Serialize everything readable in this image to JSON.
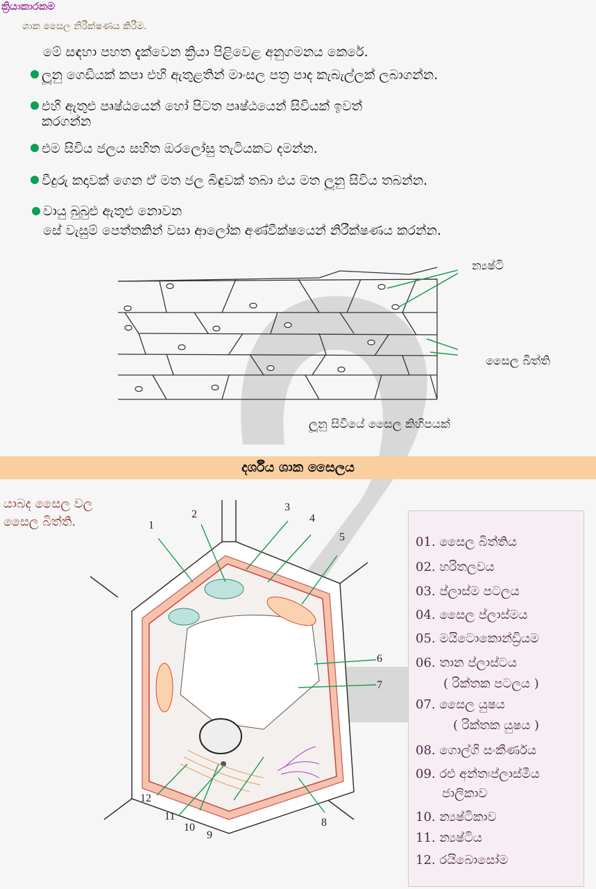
{
  "activity": {
    "title": "ක්‍රියාකාරකම",
    "subtitle": "ශාක සෛල නිරීක්ෂණය කිරීම."
  },
  "intro": "මේ සඳහා පහත දැක්වෙන ක්‍රියා පිළිවෙළ අනුගමනය කෙරේ.",
  "steps": [
    {
      "line1": "ලූනු ගෙඩියක් කපා එහි ඇතුළතින් මාංසල පත්‍ර පාද කැබැල්ලක් ලබාගන්න.",
      "line2": ""
    },
    {
      "line1": "එහි ඇතුළු පෘෂ්ඨයෙන් හෝ පිටත පෘෂ්ඨයෙන් සිවියක් ඉවත්",
      "line2": "කරගන්න"
    },
    {
      "line1": "එම සිවිය ජලය සහිත ඔරලෝසු තැටියකට දමන්න.",
      "line2": ""
    },
    {
      "line1": "වීදුරු කදාවක් ගෙන ඒ මත ජල බිඳුවක් තබා එය මත ලූනු සිවිය තබන්න.",
      "line2": ""
    },
    {
      "line1": "වායු බුබුළු ඇතුළු නොවන",
      "line2": "සේ වැසුම් පෙත්තකින් වසා ආලෝක අණ්වීක්ෂයෙන් නිරීක්ෂණය කරන්න."
    }
  ],
  "onion_figure": {
    "label_nucleus": "න්‍යෂ්ටි",
    "label_wall": "සෛල බිත්ති",
    "caption": "ලූනු සිවියේ සෛල කිහිපයක්"
  },
  "banner": "දර්ශීය ශාක සෛලය",
  "adjacent_label": {
    "line1": "යාබද සෛල වල",
    "line2": "සෛල බිත්ති."
  },
  "diagram_numbers": [
    "1",
    "2",
    "3",
    "4",
    "5",
    "6",
    "7",
    "8",
    "9",
    "10",
    "11",
    "12"
  ],
  "legend": [
    "01. සෛල බිත්තිය",
    "02. හරිතලවය",
    "03. ප්ලාස්ම පටලය",
    "04. සෛල ප්ලාස්මය",
    "05. මයිටොකොන්ඩ්‍රියම",
    "06. තාන ප්ලාස්ටය",
    "( රික්තක පටලය )",
    "07. සෛල යුෂය",
    "( රික්තක යුෂය )",
    "08. ගොල්ගි සංකීර්ණය",
    "09. රළු අන්තඃප්ලාස්මීය",
    "ජාලිකාව",
    "10. න්‍යෂ්ටිකාව",
    "11. න්‍යෂ්ටිය",
    "12. රයිබොසෝම"
  ],
  "colors": {
    "title": "#a03aa0",
    "bullet": "#0f9d58",
    "banner": "#f9cfa0",
    "arrow": "#1a9a50"
  }
}
